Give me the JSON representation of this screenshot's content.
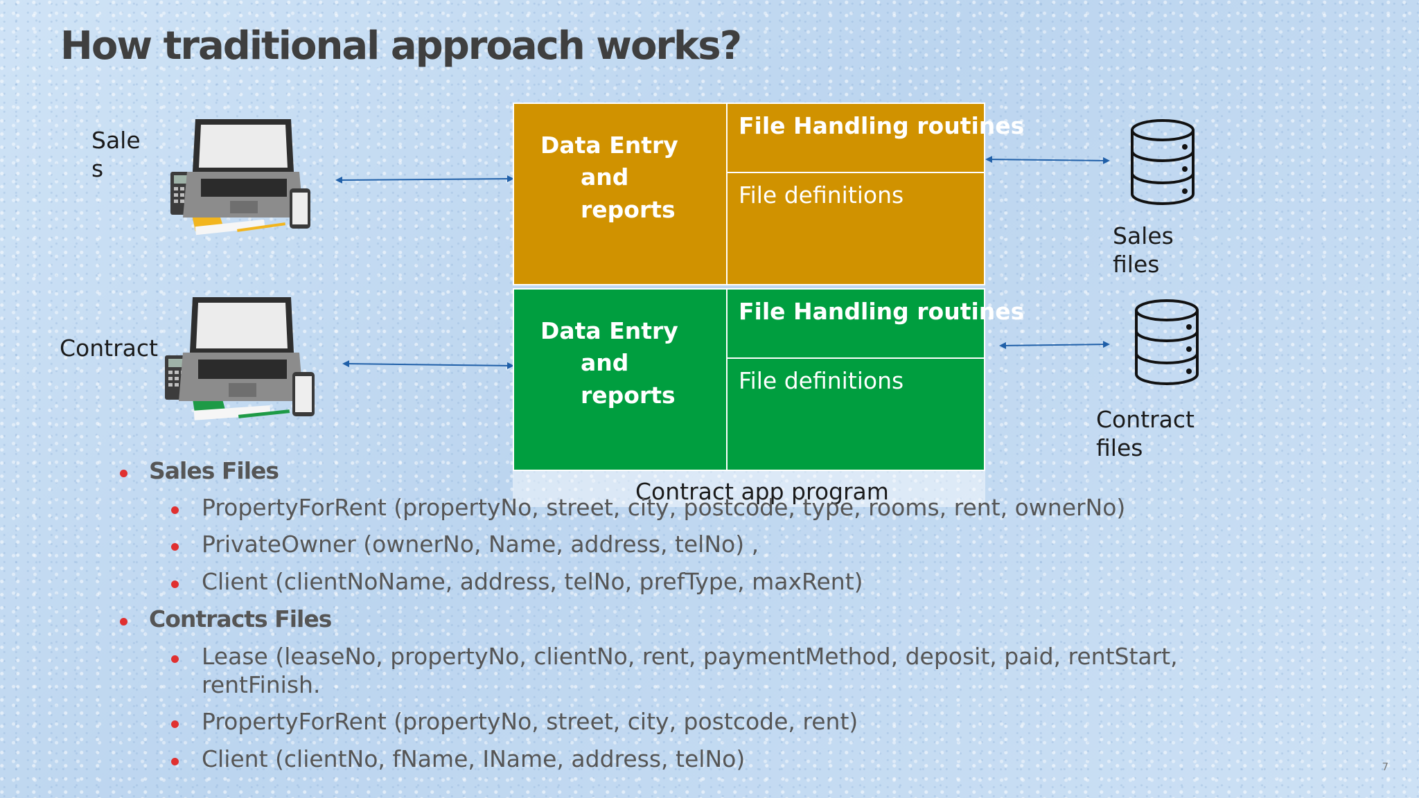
{
  "slide": {
    "title": "How traditional approach works?",
    "page_number": "7"
  },
  "diagram": {
    "sales_user_label": "Sale\ns",
    "contract_user_label": "Contract",
    "sales_program": {
      "data_entry": [
        "Data Entry",
        "and",
        "reports"
      ],
      "file_handling": "File Handling routines",
      "file_definitions": "File definitions",
      "color": "#d09200"
    },
    "contract_program": {
      "data_entry": [
        "Data Entry",
        "and",
        "reports"
      ],
      "file_handling": "File Handling routines",
      "file_definitions": "File definitions",
      "color": "#009e3f",
      "caption": "Contract app program"
    },
    "sales_files_label": "Sales\nfiles",
    "contract_files_label": "Contract\nfiles",
    "arrow_color": "#1f5fa8"
  },
  "bullets": {
    "sales_heading": "Sales Files",
    "sales_items": [
      "PropertyForRent (propertyNo, street, city, postcode, type, rooms, rent, ownerNo)",
      "PrivateOwner (ownerNo, Name, address, telNo) ,",
      "Client (clientNoName, address, telNo, prefType, maxRent)"
    ],
    "contracts_heading": "Contracts Files",
    "contracts_items": [
      "Lease (leaseNo, propertyNo, clientNo, rent, paymentMethod, deposit, paid, rentStart,",
      "rentFinish.",
      "PropertyForRent (propertyNo, street, city, postcode, rent)",
      "Client (clientNo, fName, IName, address, telNo)"
    ]
  }
}
